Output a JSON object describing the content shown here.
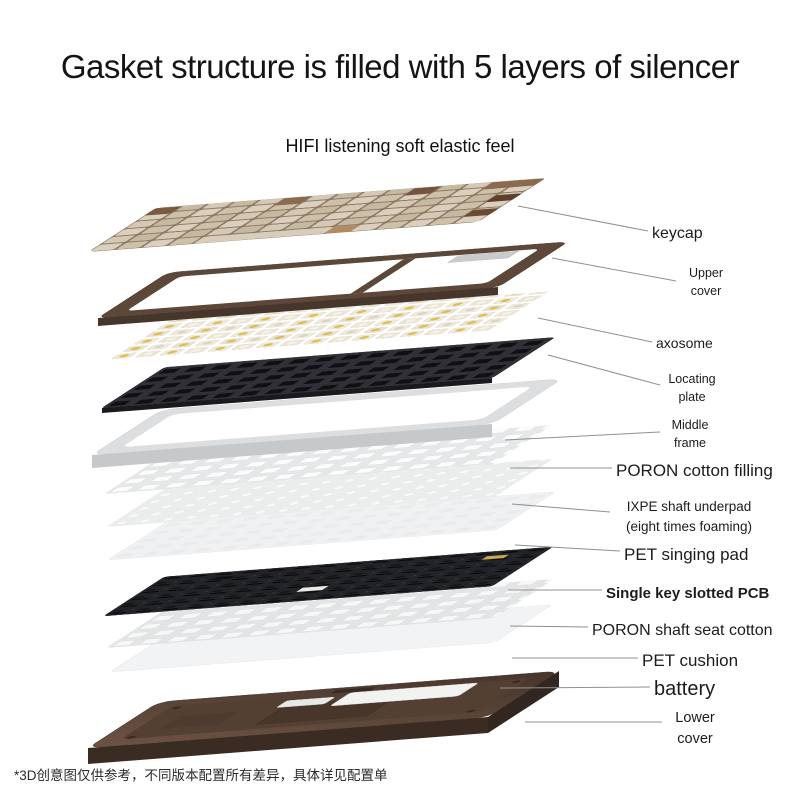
{
  "page": {
    "title": "Gasket structure is filled with 5 layers of silencer",
    "subtitle": "HIFI listening soft elastic feel",
    "footnote": "*3D创意图仅供参考，不同版本配置所有差异，具体详见配置单"
  },
  "diagram": {
    "type": "exploded-view",
    "subject": "gasket-mount mechanical keyboard layer stack",
    "layers": [
      {
        "label": "keycap"
      },
      {
        "label": "Upper cover"
      },
      {
        "label": "axosome"
      },
      {
        "label": "Locating plate"
      },
      {
        "label": "Middle frame"
      },
      {
        "label": "PORON cotton filling"
      },
      {
        "label": "IXPE shaft underpad (eight times foaming)"
      },
      {
        "label": "PET singing pad"
      },
      {
        "label": "Single key slotted PCB"
      },
      {
        "label": "PORON shaft seat cotton"
      },
      {
        "label": "PET cushion"
      },
      {
        "label": "battery"
      },
      {
        "label": "Lower cover"
      }
    ],
    "colors": {
      "cover_brown": "#5d4738",
      "lower_brown": "#553f33",
      "middle_silver": "#dcdee0",
      "switch_yellow": "#e0be4e",
      "keycap_beige": "#dbd0bd",
      "pcb_dark": "#222327",
      "leader_line": "#909090",
      "text": "#141414"
    }
  }
}
